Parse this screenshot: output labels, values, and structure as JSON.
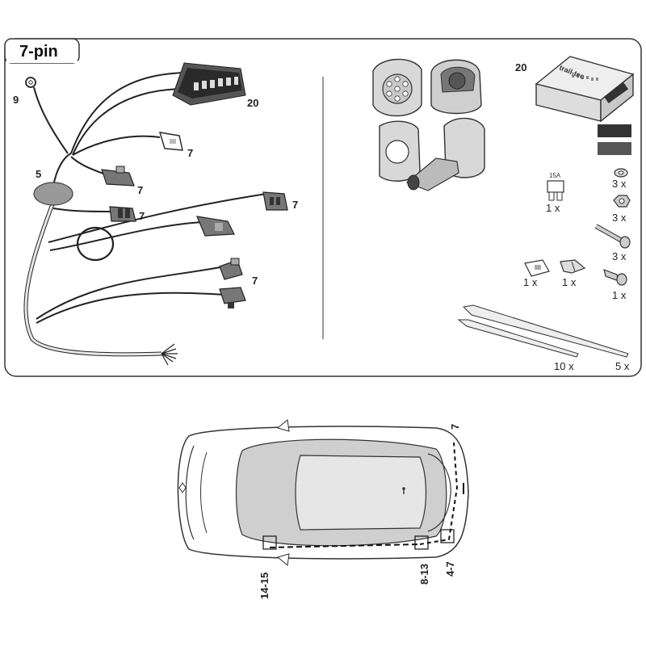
{
  "title": "7-pin",
  "harness_labels": {
    "ring_terminal": "9",
    "connector_block": "20",
    "grommet": "5",
    "conn_a": "7",
    "conn_b": "7",
    "conn_c": "7",
    "conn_d": "7",
    "conn_e": "7"
  },
  "parts": {
    "module_label": "20",
    "module_brand": "trail-tec",
    "fuse_rating": "15A",
    "fuse_qty": "1 x",
    "washer_qty": "3 x",
    "nut_qty": "3 x",
    "bolt_qty": "3 x",
    "connector_qty": "1 x",
    "spade_qty": "1 x",
    "screw_qty": "1 x",
    "tie_short_qty": "10 x",
    "tie_long_qty": "5 x"
  },
  "car_labels": {
    "rear": "7",
    "pins_14_15": "14-15",
    "pins_8_13": "8-13",
    "pins_4_7": "4-7"
  },
  "colors": {
    "stroke": "#222222",
    "fill_light": "#e6e6e6",
    "fill_mid": "#cfcfcf",
    "fill_dark": "#8a8a8a"
  }
}
